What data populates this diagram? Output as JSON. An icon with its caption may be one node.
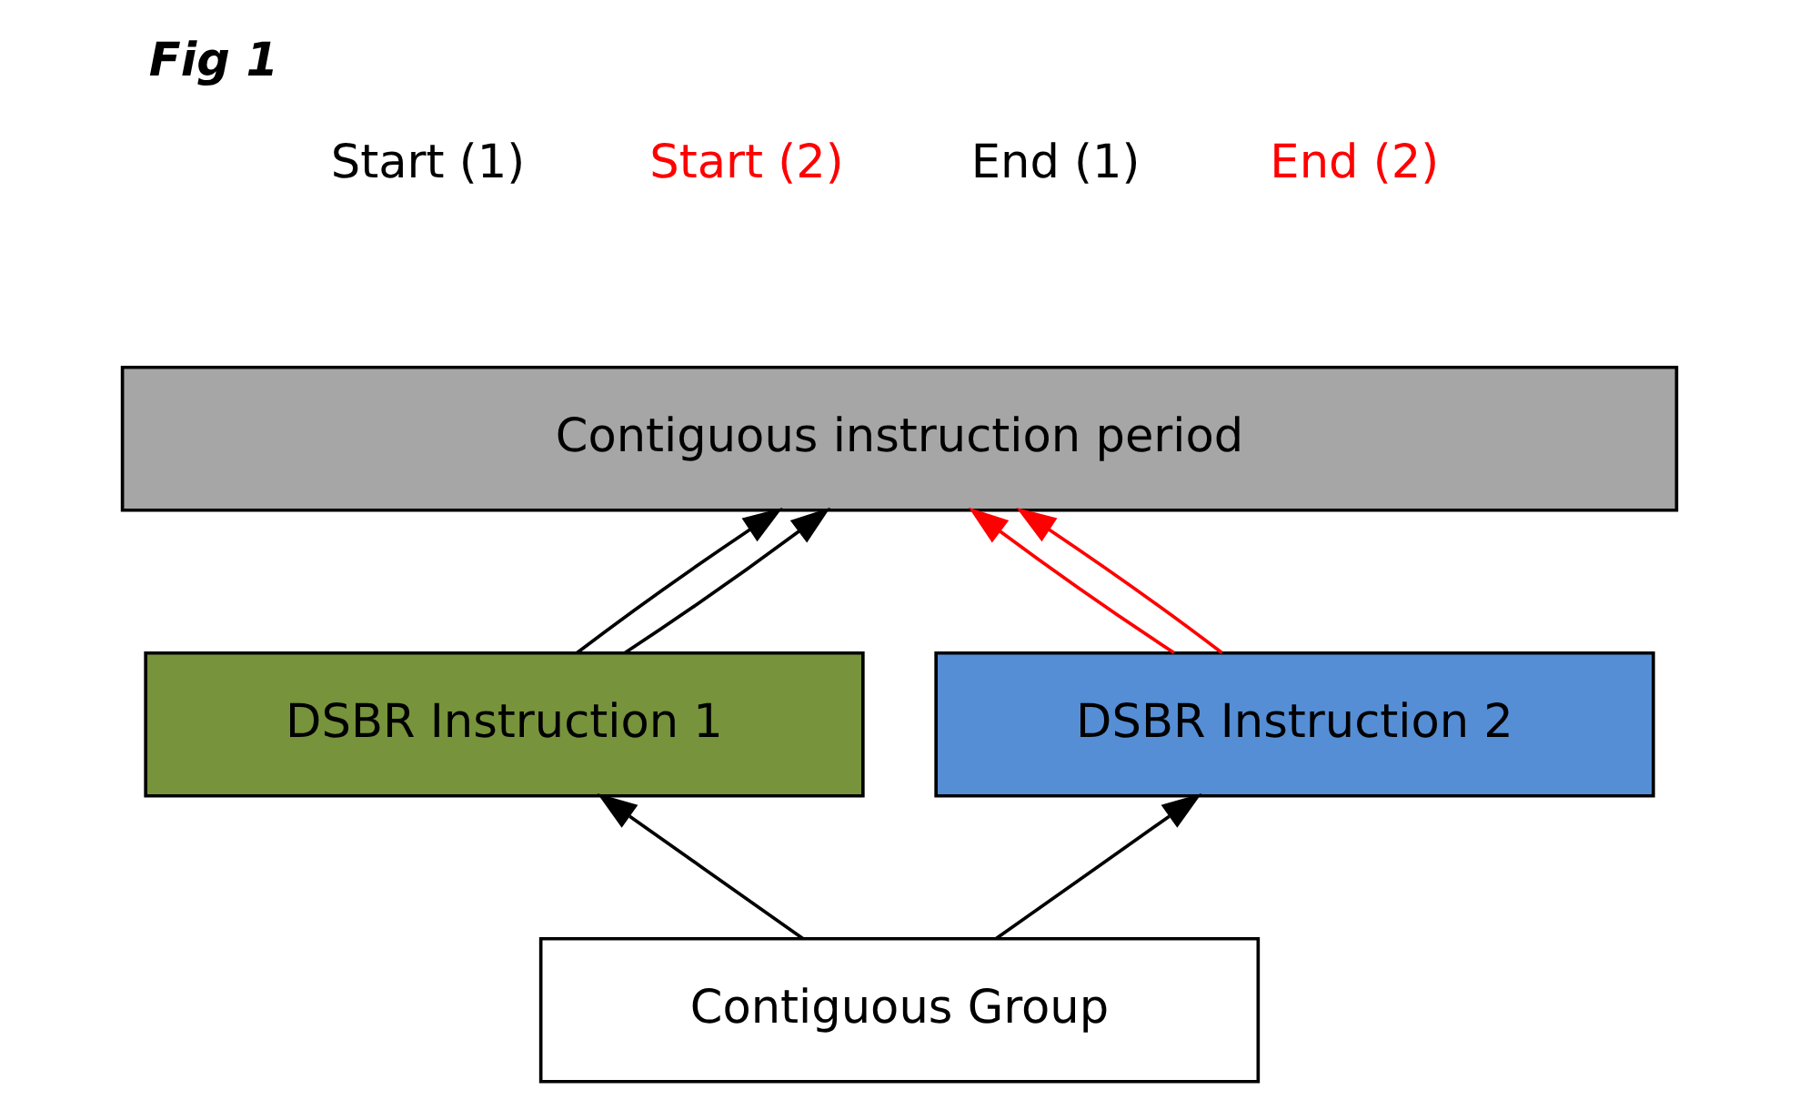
{
  "diagram": {
    "title": "Fig 1",
    "nodes": [
      {
        "text": [
          "Contiguous instruction period"
        ]
      },
      {
        "text": [
          "DSBR Instruction 1"
        ]
      },
      {
        "text": [
          "DSBR Instruction 2"
        ]
      },
      {
        "text": [
          "Contiguous Group"
        ]
      }
    ],
    "edges": [
      {
        "from": 1,
        "to": 0,
        "arrow": "to"
      },
      {
        "from": 1,
        "to": 0,
        "arrow": "to"
      },
      {
        "from": 2,
        "to": 0,
        "arrow": "to",
        "color": "#ff0000"
      },
      {
        "from": 2,
        "to": 0,
        "arrow": "to",
        "color": "#ff0000"
      },
      {
        "from": 3,
        "to": 1,
        "arrow": "to"
      },
      {
        "from": 3,
        "to": 2,
        "arrow": "to"
      }
    ],
    "labels": [
      "Start (1)",
      "Start (2)",
      "End (1)",
      "End (2)"
    ]
  }
}
